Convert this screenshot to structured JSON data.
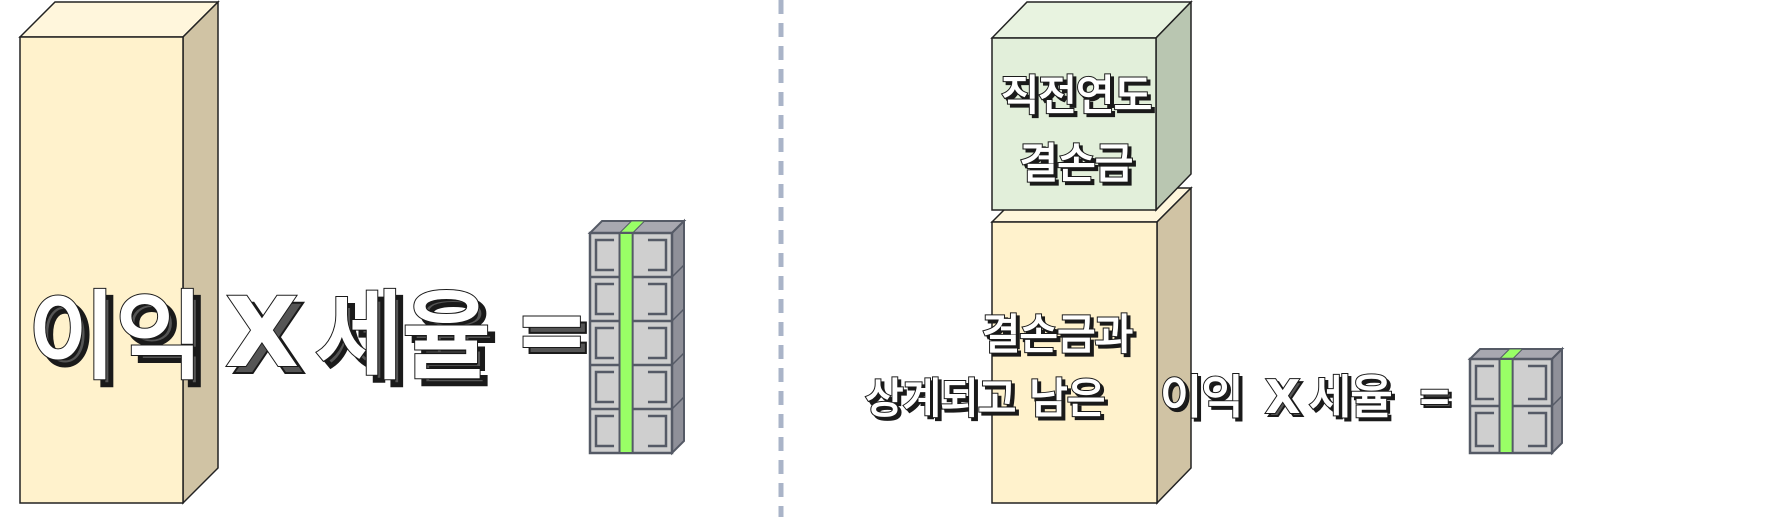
{
  "left_panel": {
    "formula": {
      "profit": "이익",
      "times": "X",
      "tax_rate": "세율",
      "equals": "="
    }
  },
  "right_panel": {
    "stacked_block_top_label": [
      "직전연도",
      "결손금"
    ],
    "formula": {
      "line1": "결손금과",
      "line2_prefix": "상계되고 남은",
      "profit": "이익",
      "times": "X",
      "tax_rate": "세율",
      "equals": "="
    }
  },
  "colors": {
    "yellow_front": "#fff2cc",
    "yellow_side": "#d0c3a4",
    "green_front": "#e2efda",
    "green_side": "#b9c6b1",
    "coin_grey": "#cfcfcf",
    "coin_stripe": "#99ff66",
    "divider": "#aab4c8"
  },
  "icons": [
    "tax-coin-stack-icon",
    "tax-coin-stack-small-icon"
  ]
}
